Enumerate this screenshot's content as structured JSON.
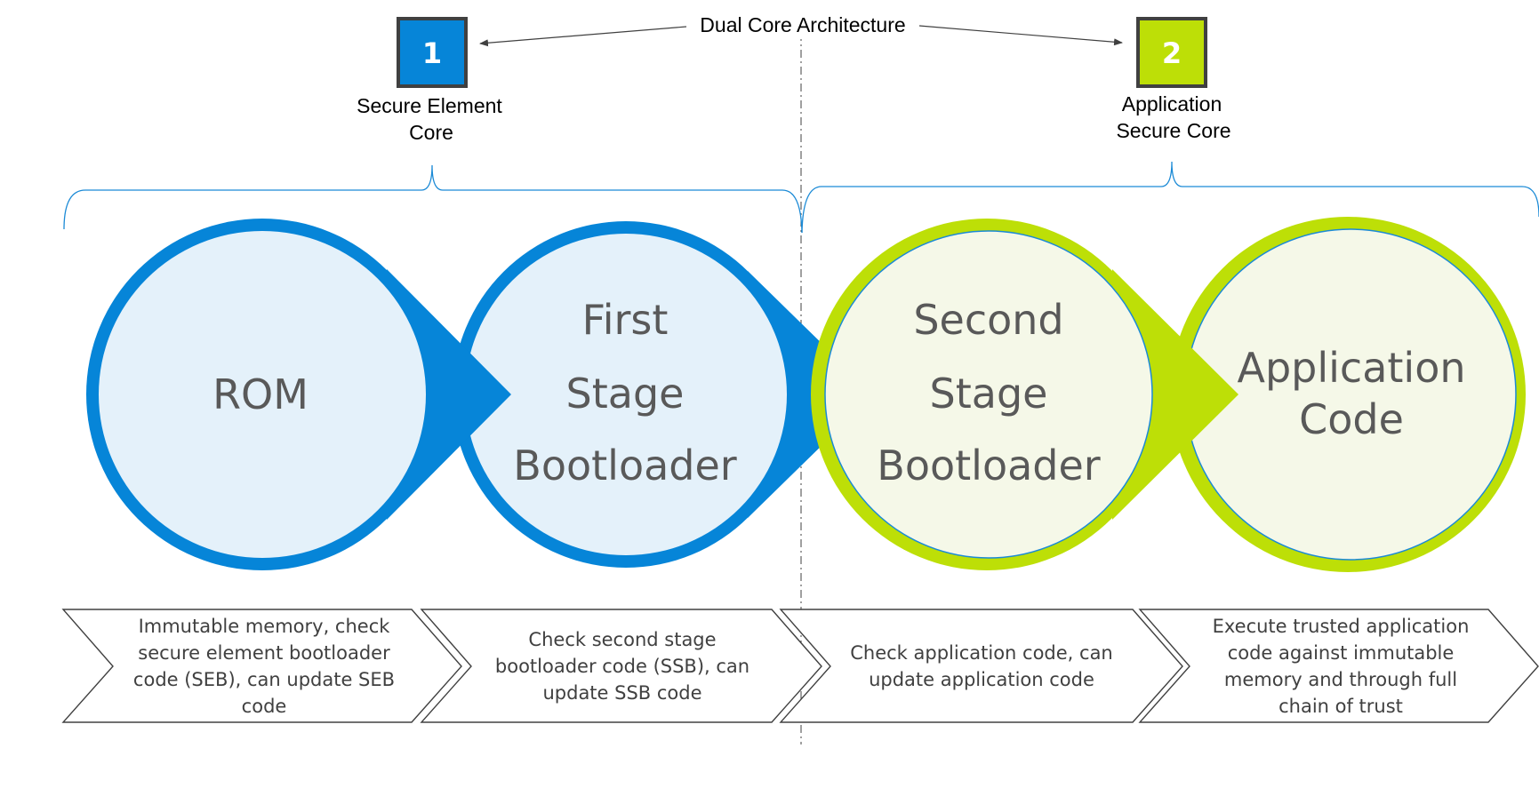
{
  "title": "Dual Core Architecture",
  "colors": {
    "blue": "#0685d8",
    "blue_fill": "#e4f1fa",
    "green": "#bddf07",
    "green_fill": "#f5f8e8",
    "badge_border": "#404040",
    "bracket": "#1b8ad6",
    "chevron_stroke": "#404040"
  },
  "cores": [
    {
      "number": "1",
      "line1": "Secure Element",
      "line2": "Core"
    },
    {
      "number": "2",
      "line1": "Application",
      "line2": "Secure Core"
    }
  ],
  "stages": [
    {
      "lines": [
        "ROM"
      ]
    },
    {
      "lines": [
        "First",
        "Stage",
        "Bootloader"
      ]
    },
    {
      "lines": [
        "Second",
        "Stage",
        "Bootloader"
      ]
    },
    {
      "lines": [
        "Application",
        "Code"
      ]
    }
  ],
  "descriptions": [
    {
      "lines": [
        "Immutable memory, check",
        "secure element bootloader",
        "code (SEB), can update SEB",
        "code"
      ]
    },
    {
      "lines": [
        "Check second stage",
        "bootloader code (SSB), can",
        "update SSB code"
      ]
    },
    {
      "lines": [
        "Check application code, can",
        "update application code"
      ]
    },
    {
      "lines": [
        "Execute trusted application",
        "code against immutable",
        "memory and through full",
        "chain of trust"
      ]
    }
  ]
}
